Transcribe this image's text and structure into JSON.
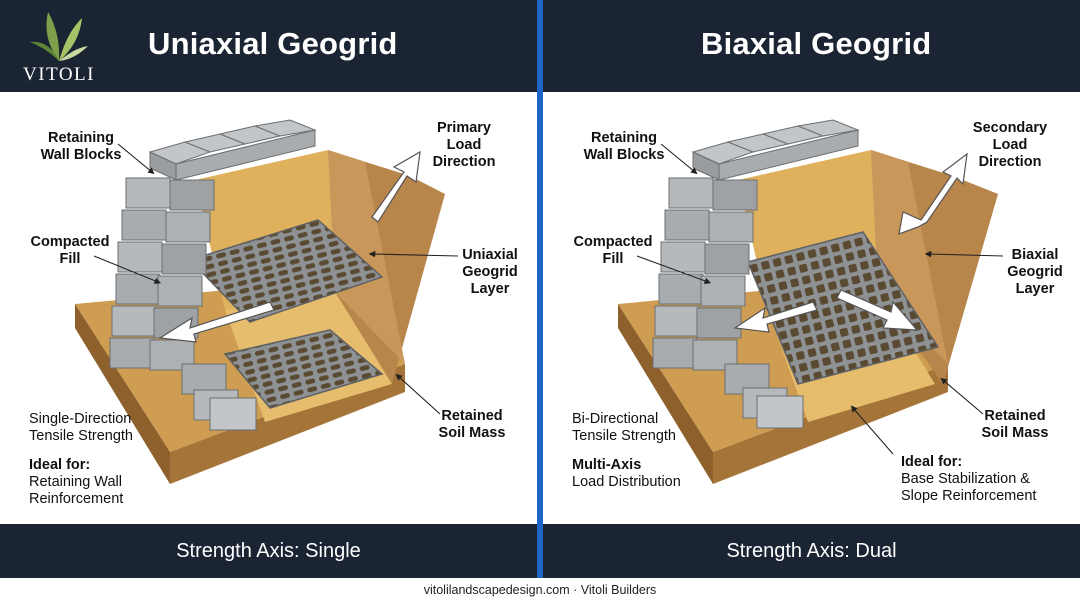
{
  "brand": {
    "name": "VITOLI"
  },
  "left": {
    "title": "Uniaxial Geogrid",
    "labels": {
      "wall_blocks": "Retaining\nWall Blocks",
      "compacted_fill": "Compacted\nFill",
      "load_direction": "Primary\nLoad\nDirection",
      "geogrid_layer": "Uniaxial\nGeogrid\nLayer",
      "retained_soil": "Retained\nSoil Mass",
      "strength_desc": "Single-Direction\nTensile Strength",
      "ideal_title": "Ideal for:",
      "ideal_desc": "Retaining Wall\nReinforcement"
    },
    "footer": "Strength Axis: Single"
  },
  "right": {
    "title": "Biaxial Geogrid",
    "labels": {
      "wall_blocks": "Retaining\nWall Blocks",
      "compacted_fill": "Compacted\nFill",
      "load_direction": "Secondary\nLoad\nDirection",
      "geogrid_layer": "Biaxial\nGeogrid\nLayer",
      "retained_soil": "Retained\nSoil Mass",
      "strength_desc": "Bi-Directional\nTensile Strength",
      "multi_title": "Multi-Axis",
      "multi_desc": "Load Distribution",
      "ideal_title": "Ideal for:",
      "ideal_desc": "Base Stabilization &\nSlope Reinforcement"
    },
    "footer": "Strength Axis: Dual"
  },
  "credit": "vitolilandscapedesign.com · Vitoli Builders",
  "colors": {
    "header_bg": "#1b2433",
    "divider": "#1f66c9",
    "soil_top": "#e2b45e",
    "soil_side": "#b78546",
    "soil_dark": "#93642f",
    "block": "#a9acaf",
    "grid": "#8c8f92"
  }
}
